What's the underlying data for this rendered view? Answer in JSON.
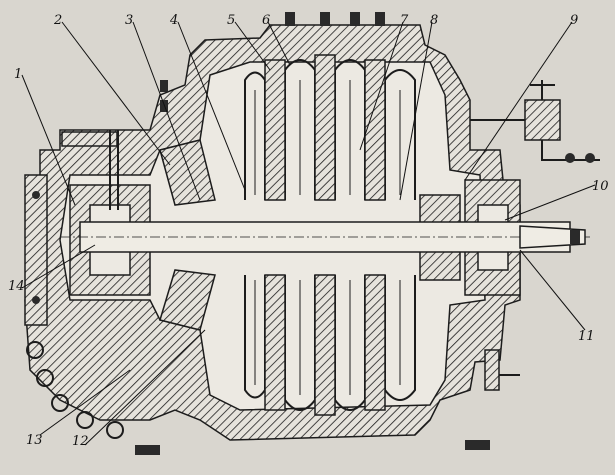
{
  "callouts": {
    "c1": "1",
    "c2": "2",
    "c3": "3",
    "c4": "4",
    "c5": "5",
    "c6": "6",
    "c7": "7",
    "c8": "8",
    "c9": "9",
    "c10": "10",
    "c11": "11",
    "c12": "12",
    "c13": "13",
    "c14": "14"
  },
  "colors": {
    "paper": "#d9d6cf",
    "ink": "#1c1c1c"
  }
}
